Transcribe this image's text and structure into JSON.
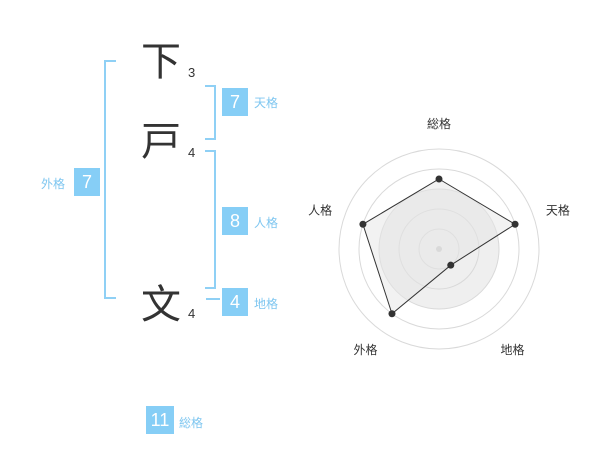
{
  "name": {
    "chars": [
      {
        "char": "下",
        "strokes": "3"
      },
      {
        "char": "戸",
        "strokes": "4"
      },
      {
        "char": "文",
        "strokes": "4"
      }
    ]
  },
  "scores": {
    "tenkaku": {
      "value": "7",
      "label": "天格"
    },
    "jinkaku": {
      "value": "8",
      "label": "人格"
    },
    "chikaku": {
      "value": "4",
      "label": "地格"
    },
    "gaikaku": {
      "value": "7",
      "label": "外格"
    },
    "soukaku": {
      "value": "11",
      "label": "総格"
    }
  },
  "colors": {
    "accent": "#86cef6",
    "bracket": "#8fd0f5",
    "radar_fill": "#efefef",
    "radar_ring": "#d9d9d9"
  },
  "chart_data": {
    "type": "radar",
    "axes": [
      "総格",
      "天格",
      "地格",
      "外格",
      "人格"
    ],
    "levels": 5,
    "max": 5,
    "values": [
      3.5,
      4,
      1,
      4,
      4
    ]
  }
}
